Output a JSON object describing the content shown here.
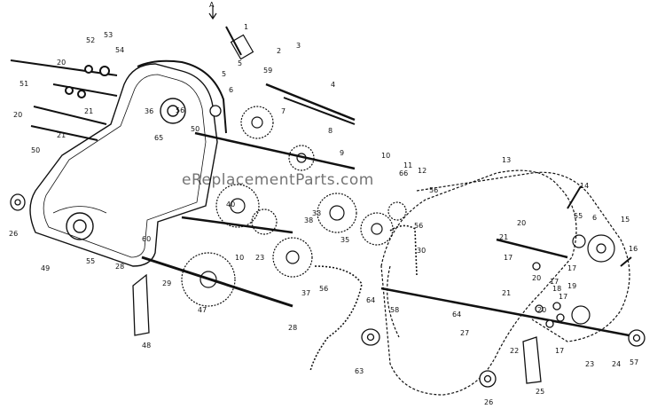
{
  "diagram": {
    "watermark": "eReplacementParts.com",
    "arrow_letter": "A",
    "part_callouts": [
      "1",
      "2",
      "3",
      "4",
      "5",
      "5",
      "6",
      "6",
      "7",
      "8",
      "9",
      "10",
      "10",
      "11",
      "12",
      "13",
      "14",
      "15",
      "16",
      "17",
      "17",
      "17",
      "17",
      "17",
      "18",
      "19",
      "20",
      "20",
      "20",
      "20",
      "20",
      "21",
      "21",
      "21",
      "21",
      "22",
      "23",
      "23",
      "24",
      "25",
      "26",
      "26",
      "27",
      "28",
      "28",
      "29",
      "30",
      "33",
      "35",
      "36",
      "37",
      "38",
      "40",
      "47",
      "48",
      "49",
      "50",
      "50",
      "51",
      "52",
      "53",
      "54",
      "55",
      "55",
      "56",
      "56",
      "56",
      "56",
      "57",
      "58",
      "59",
      "60",
      "63",
      "64",
      "64",
      "65",
      "66"
    ]
  }
}
